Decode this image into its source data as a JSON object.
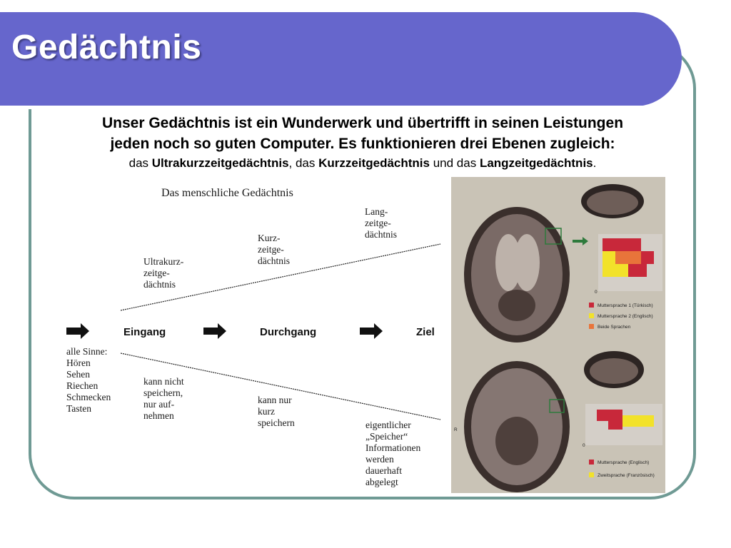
{
  "slide": {
    "title": "Gedächtnis",
    "intro": {
      "line1": "Unser Gedächtnis ist ein Wunderwerk und übertrifft in seinen Leistungen",
      "line2": "jeden noch so guten Computer. Es funktionieren drei Ebenen zugleich:",
      "line3": {
        "p1": "das ",
        "b1": "Ultrakurzzeitgedächtnis",
        "p2": ", das ",
        "b2": "Kurzzeitgedächtnis",
        "p3": " und das ",
        "b3": "Langzeitgedächtnis",
        "p4": "."
      }
    }
  },
  "diagram": {
    "title": "Das menschliche Gedächtnis",
    "stages": [
      "Eingang",
      "Durchgang",
      "Ziel"
    ],
    "upper_labels": {
      "ultra": [
        "Ultrakurz-",
        "zeitge-",
        "dächtnis"
      ],
      "kurz": [
        "Kurz-",
        "zeitge-",
        "dächtnis"
      ],
      "lang": [
        "Lang-",
        "zeitge-",
        "dächtnis"
      ]
    },
    "lower_labels": {
      "senses": [
        "alle Sinne:",
        "Hören",
        "Sehen",
        "Riechen",
        "Schmecken",
        "Tasten"
      ],
      "ultra": [
        "kann nicht",
        "speichern,",
        "nur auf-",
        "nehmen"
      ],
      "kurz": [
        "kann nur",
        "kurz",
        "speichern"
      ],
      "lang": [
        "eigentlicher",
        "„Speicher“",
        "Informationen",
        "werden",
        "dauerhaft",
        "abgelegt"
      ]
    }
  },
  "brain_figure": {
    "legend_top": [
      "Muttersprache 1 (Türkisch)",
      "Muttersprache 2 (Englisch)",
      "Beide Sprachen"
    ],
    "legend_bottom": [
      "Muttersprache (Englisch)",
      "Zweitsprache (Französisch)"
    ],
    "axis_zero": "0",
    "side_label": "R",
    "colors": {
      "red": "#c8283a",
      "yellow": "#f2e22a",
      "orange": "#e8743a"
    }
  }
}
